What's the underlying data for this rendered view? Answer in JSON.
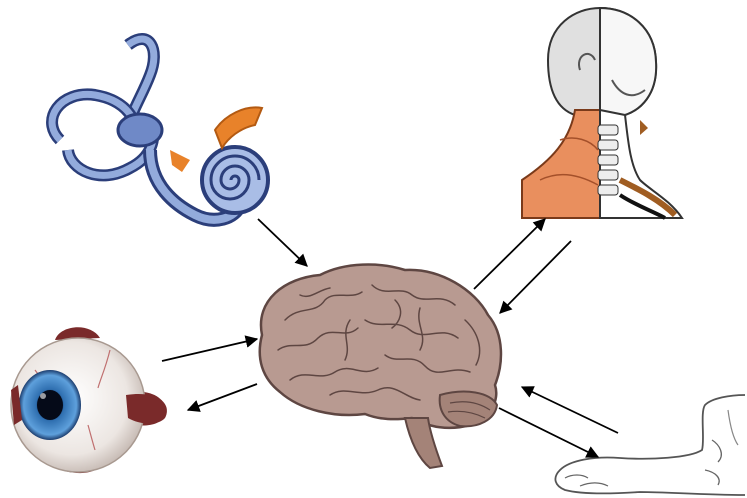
{
  "diagram": {
    "type": "sensory-motor-pathways",
    "nodes": [
      {
        "id": "brain",
        "icon": "brain-icon"
      },
      {
        "id": "inner-ear",
        "icon": "inner-ear-icon"
      },
      {
        "id": "eye",
        "icon": "eyeball-icon"
      },
      {
        "id": "neck",
        "icon": "neck-muscles-icon"
      },
      {
        "id": "foot",
        "icon": "foot-icon"
      }
    ],
    "edges": [
      {
        "from": "inner-ear",
        "to": "brain"
      },
      {
        "from": "eye",
        "to": "brain"
      },
      {
        "from": "brain",
        "to": "eye"
      },
      {
        "from": "brain",
        "to": "neck"
      },
      {
        "from": "neck",
        "to": "brain"
      },
      {
        "from": "brain",
        "to": "foot"
      },
      {
        "from": "foot",
        "to": "brain"
      }
    ],
    "colors": {
      "brain": "#b89a91",
      "brain_outline": "#5e4642",
      "ear_canal": "#7f97d1",
      "ear_dark": "#2b3e7a",
      "ossicle": "#e8822a",
      "iris": "#2f6fb0",
      "eye_muscle": "#7a2a2a",
      "neck_muscle": "#e98f5e",
      "bone": "#f2f2f2",
      "arrow": "#000000"
    }
  }
}
